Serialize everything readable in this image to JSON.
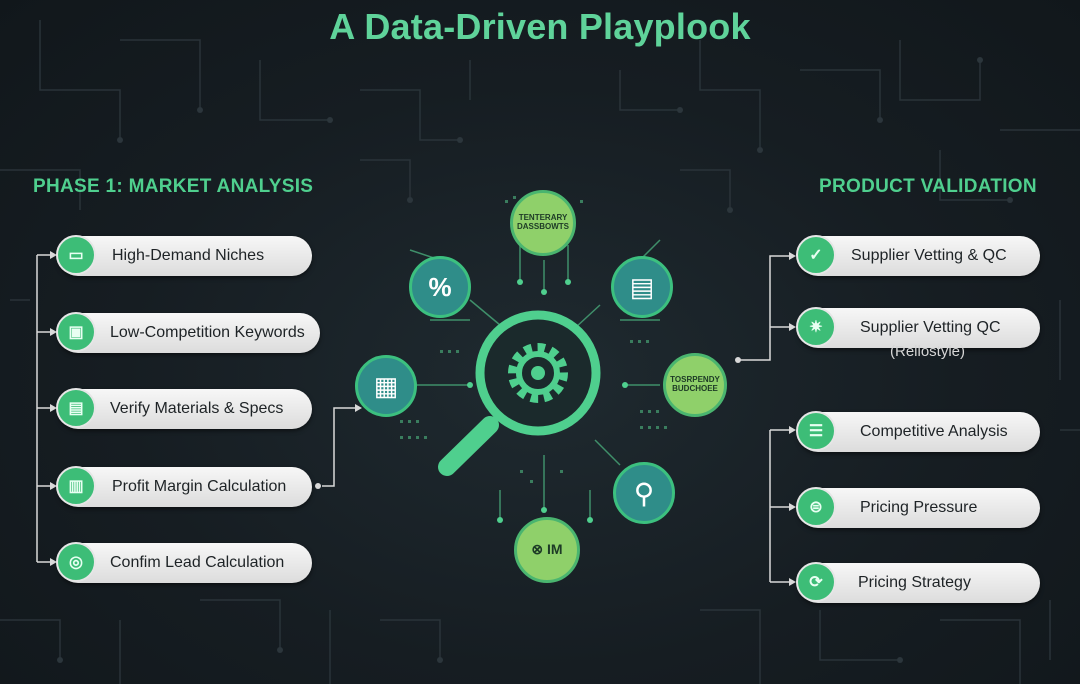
{
  "title": "A Data-Driven Playplook",
  "left_phase": {
    "heading": "PHASE 1: MARKET ANALYSIS",
    "items": [
      {
        "label": "High-Demand Niches",
        "icon": "ticket-icon"
      },
      {
        "label": "Low-Competition Keywords",
        "icon": "image-search-icon"
      },
      {
        "label": "Verify Materials & Specs",
        "icon": "spec-card-icon"
      },
      {
        "label": "Profit Margin Calculation",
        "icon": "calculator-icon"
      },
      {
        "label": "Confim Lead Calculation",
        "icon": "globe-icon"
      }
    ]
  },
  "right_phase": {
    "heading": "PRODUCT VALIDATION",
    "items": [
      {
        "label": "Supplier Vetting & QC",
        "icon": "checkmark-icon"
      },
      {
        "label": "Supplier Vetting QC",
        "sublabel": "(Rellostyle)",
        "icon": "badge-icon"
      },
      {
        "label": "Competitive Analysis",
        "icon": "document-list-icon"
      },
      {
        "label": "Pricing Pressure",
        "icon": "coins-icon"
      },
      {
        "label": "Pricing Strategy",
        "icon": "cycle-icon"
      }
    ]
  },
  "hub": {
    "icon": "gear-magnifier-icon",
    "nodes": {
      "top": {
        "text": "TENTERARY DASSBOWTS"
      },
      "percent": {
        "glyph": "%"
      },
      "screen": {
        "glyph": "▤"
      },
      "building": {
        "glyph": "▦"
      },
      "right": {
        "text": "TOSRPENDY BUDCHOEE"
      },
      "search": {
        "glyph": "⚲"
      },
      "bottom": {
        "text": "⊗ IM"
      }
    }
  },
  "colors": {
    "accent": "#4fcf8e",
    "teal_node": "#2f8d89",
    "lime_node": "#8fd06a",
    "background": "#161d22"
  }
}
